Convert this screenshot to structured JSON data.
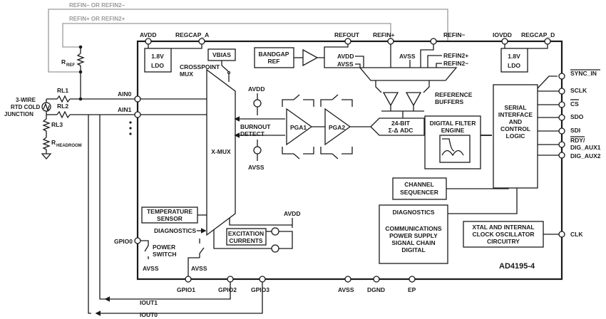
{
  "refin_top": {
    "minus": "REFIN− OR REFIN2−",
    "plus": "REFIN+ OR REFIN2+"
  },
  "left": {
    "rref": "R",
    "rref_sub": "REF",
    "rtd_line1": "3-WIRE",
    "rtd_line2": "RTD COLD",
    "rtd_line3": "JUNCTION",
    "rl1": "RL1",
    "rl2": "RL2",
    "rl3": "RL3",
    "rhead": "R",
    "rhead_sub": "HEADROOM"
  },
  "pins": {
    "avdd": "AVDD",
    "regcap_a": "REGCAP_A",
    "refout": "REFOUT",
    "refin_plus": "REFIN+",
    "refin_minus": "REFIN−",
    "iovdd": "IOVDD",
    "regcap_d": "REGCAP_D",
    "ain0": "AIN0",
    "ain1": "AIN1",
    "gpio0": "GPIO0",
    "gpio1": "GPIO1",
    "gpio2": "GPIO2",
    "gpio3": "GPIO3",
    "avss": "AVSS",
    "dgnd": "DGND",
    "ep": "EP",
    "sync_in": "SYNC_IN",
    "sclk": "SCLK",
    "cs": "CS",
    "sdo": "SDO",
    "sdi": "SDI",
    "rdy": "RDY/",
    "dig_aux1": "DIG_AUX1",
    "dig_aux2": "DIG_AUX2",
    "clk": "CLK"
  },
  "blocks": {
    "ldo": [
      "1.8V",
      "LDO"
    ],
    "ldo_d": [
      "1.8V",
      "LDO"
    ],
    "vbias": "VBIAS",
    "crosspoint": [
      "CROSSPOINT",
      "MUX"
    ],
    "bandgap": [
      "BANDGAP",
      "REF"
    ],
    "avdd_inner": "AVDD",
    "avss_inner": "AVSS",
    "avss_mid": "AVSS",
    "refin2_plus": "REFIN2+",
    "refin2_minus": "REFIN2−",
    "ref_buffers": [
      "REFERENCE",
      "BUFFERS"
    ],
    "burnout_avdd": "AVDD",
    "burnout": [
      "BURNOUT",
      "DETECT"
    ],
    "burnout_avss": "AVSS",
    "xmux": "X-MUX",
    "pga1": "PGA1",
    "pga2": "PGA2",
    "adc": [
      "24-BIT",
      "Σ-Δ ADC"
    ],
    "filter": [
      "DIGITAL FILTER",
      "ENGINE"
    ],
    "serial": [
      "SERIAL",
      "INTERFACE",
      "AND",
      "CONTROL",
      "LOGIC"
    ],
    "temp": [
      "TEMPERATURE",
      "SENSOR"
    ],
    "diag_label": "DIAGNOSTICS",
    "excitation": [
      "EXCITATION",
      "CURRENTS"
    ],
    "excitation_avdd": "AVDD",
    "channel_seq": [
      "CHANNEL",
      "SEQUENCER"
    ],
    "diagnostics": [
      "DIAGNOSTICS",
      "COMMUNICATIONS",
      "POWER SUPPLY",
      "SIGNAL CHAIN",
      "DIGITAL"
    ],
    "xtal": [
      "XTAL AND INTERNAL",
      "CLOCK OSCILLATOR",
      "CIRCUITRY"
    ],
    "power_switch": [
      "POWER",
      "SWITCH"
    ],
    "gpio0_avss": "AVSS",
    "gpio1_avss": "AVSS",
    "part": "AD4195-4"
  },
  "bottom": {
    "iout1": "IOUT1",
    "iout0": "IOUT0"
  }
}
